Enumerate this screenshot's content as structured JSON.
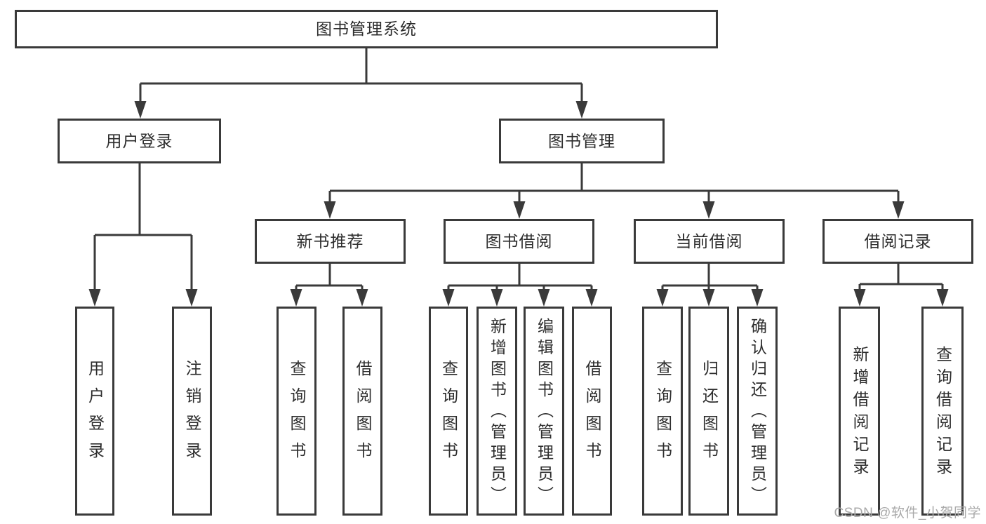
{
  "tree": {
    "root": {
      "label": "图书管理系统",
      "children": [
        {
          "label": "用户登录",
          "children": [
            {
              "label": "用户登录"
            },
            {
              "label": "注销登录"
            }
          ]
        },
        {
          "label": "图书管理",
          "children": [
            {
              "label": "新书推荐",
              "children": [
                {
                  "label": "查询图书"
                },
                {
                  "label": "借阅图书"
                }
              ]
            },
            {
              "label": "图书借阅",
              "children": [
                {
                  "label": "查询图书"
                },
                {
                  "label": "新增图书（管理员）"
                },
                {
                  "label": "编辑图书（管理员）"
                },
                {
                  "label": "借阅图书"
                }
              ]
            },
            {
              "label": "当前借阅",
              "children": [
                {
                  "label": "查询图书"
                },
                {
                  "label": "归还图书"
                },
                {
                  "label": "确认归还（管理员）"
                }
              ]
            },
            {
              "label": "借阅记录",
              "children": [
                {
                  "label": "新增借阅记录"
                },
                {
                  "label": "查询借阅记录"
                }
              ]
            }
          ]
        }
      ]
    }
  },
  "watermark": {
    "text": "CSDN @软件_小贺同学"
  },
  "colors": {
    "line": "#3a3a3a",
    "box_border": "#3a3a3a",
    "text": "#2d2d2d",
    "watermark": "#a9a9a9",
    "background": "#ffffff"
  }
}
